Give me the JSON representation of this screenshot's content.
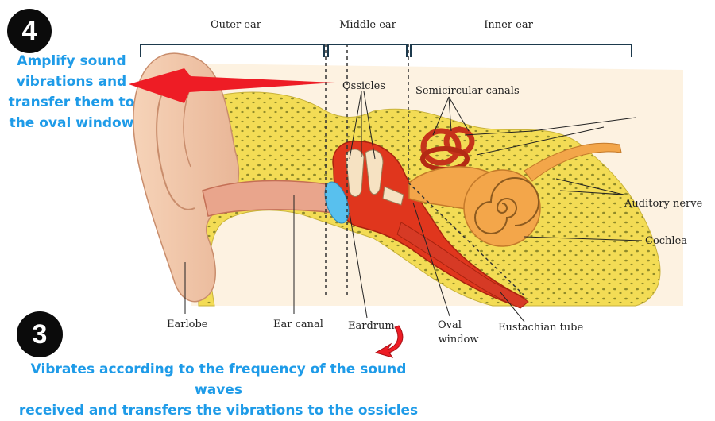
{
  "sections": {
    "outer_ear": "Outer ear",
    "middle_ear": "Middle ear",
    "inner_ear": "Inner ear"
  },
  "labels": {
    "ossicles": "Ossicles",
    "semicircular_canals": "Semicircular canals",
    "auditory_nerve": "Auditory nerve",
    "cochlea": "Cochlea",
    "earlobe": "Earlobe",
    "ear_canal": "Ear canal",
    "eardrum": "Eardrum",
    "oval_window_line1": "Oval",
    "oval_window_line2": "window",
    "eustachian_tube": "Eustachian tube"
  },
  "steps": [
    {
      "number": "4",
      "text_lines": [
        "Amplify sound",
        "vibrations and",
        "transfer them to",
        "the oval window"
      ]
    },
    {
      "number": "3",
      "text_lines": [
        "Vibrates according to the frequency of the sound waves",
        "received and transfers the vibrations to the ossicles"
      ]
    }
  ],
  "colors": {
    "accent_text": "#1e9be8",
    "arrow_red": "#ee1c25",
    "bone_yellow": "#f3dc55",
    "skin": "#f2c7a6",
    "tissue_red": "#e0361d",
    "inner_orange": "#f3a64a",
    "eardrum_blue": "#58c0ee"
  }
}
